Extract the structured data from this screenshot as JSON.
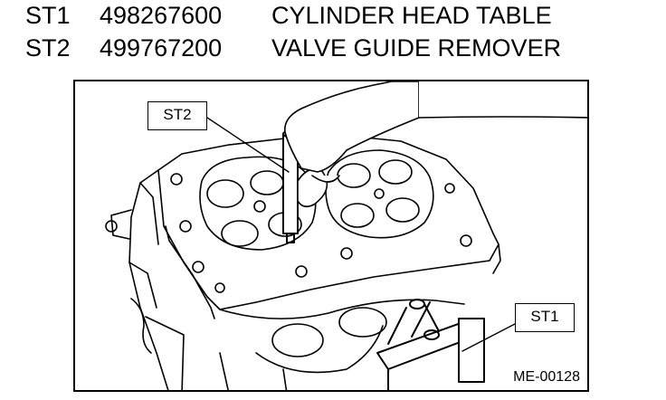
{
  "special_tools": [
    {
      "code": "ST1",
      "part_number": "498267600",
      "name": "CYLINDER HEAD TABLE"
    },
    {
      "code": "ST2",
      "part_number": "499767200",
      "name": "VALVE GUIDE REMOVER"
    }
  ],
  "figure": {
    "callouts": {
      "st2": "ST2",
      "st1": "ST1"
    },
    "id": "ME-00128"
  }
}
